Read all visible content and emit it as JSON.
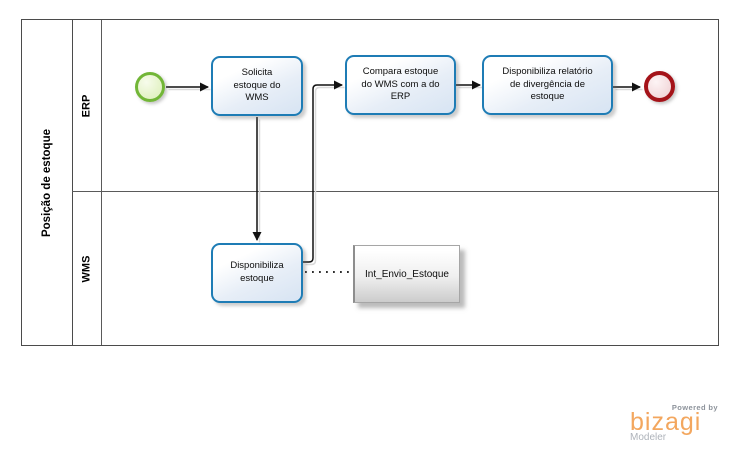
{
  "pool": {
    "title": "Posição de estoque",
    "lanes": [
      {
        "label": "ERP"
      },
      {
        "label": "WMS"
      }
    ]
  },
  "nodes": {
    "task_solicita": {
      "label": "Solicita\nestoque do\nWMS"
    },
    "task_compara": {
      "label": "Compara estoque\ndo WMS com a do\nERP"
    },
    "task_relatorio": {
      "label": "Disponibiliza relatório\nde divergência de\nestoque"
    },
    "task_disponibiliza": {
      "label": "Disponibiliza\nestoque"
    },
    "artifact_int_envio": {
      "label": "Int_Envio_Estoque"
    }
  },
  "branding": {
    "powered_by": "Powered by",
    "name": "bizagi",
    "product": "Modeler"
  },
  "colors": {
    "task_border": "#1e7cb5",
    "task_fill_bottom": "#d7e4f3",
    "start_event_border": "#72b637",
    "start_event_fill": "#e2f1c6",
    "end_event_border": "#a41319",
    "end_event_fill": "#f2d6d8",
    "artifact_border": "#a6a6a6",
    "connector": "#111111",
    "pool_border": "#4b4b4b",
    "brand_orange": "#f3a75f",
    "brand_gray": "#8d939b"
  }
}
